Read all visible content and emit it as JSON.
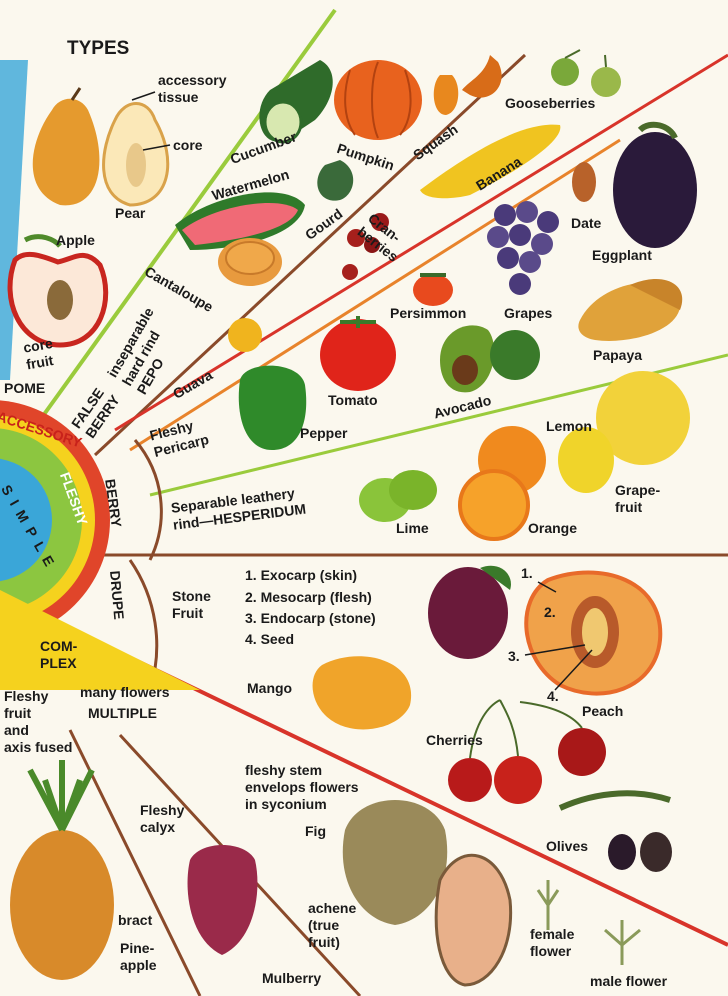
{
  "title": "TYPES",
  "hub": {
    "accessory": "ACCESSORY",
    "simple": "S I M P L E",
    "fleshy": "FLESHY",
    "complex": "COM-\nPLEX"
  },
  "categories": {
    "pome": "POME",
    "false_berry": "FALSE\nBERRY",
    "berry": "BERRY",
    "drupe": "DRUPE",
    "multiple": "MULTIPLE"
  },
  "descriptions": {
    "pepo": "inseparable\nhard rind\nPEPO",
    "fleshy_pericarp": "Fleshy\nPericarp",
    "hesperidum": "Separable leathery\nrind—HESPERIDUM",
    "stone_fruit": "Stone\nFruit",
    "drupe_parts": [
      "1. Exocarp (skin)",
      "2. Mesocarp (flesh)",
      "3. Endocarp (stone)",
      "4. Seed"
    ],
    "many_flowers": "many flowers",
    "fleshy_fruit_axis": "Fleshy\nfruit\nand\naxis fused",
    "fleshy_calyx": "Fleshy\ncalyx",
    "syconium": "fleshy stem\nenvelops flowers\nin syconium",
    "accessory_tissue": "accessory\ntissue",
    "core": "core",
    "core_fruit": "core\nfruit",
    "bract": "bract",
    "achene": "achene\n(true\nfruit)"
  },
  "fruits": {
    "pear": "Pear",
    "apple": "Apple",
    "cucumber": "Cucumber",
    "watermelon": "Watermelon",
    "cantaloupe": "Cantaloupe",
    "pumpkin": "Pumpkin",
    "squash": "Squash",
    "gourd": "Gourd",
    "cranberries": "Cran-\nberries",
    "gooseberries": "Gooseberries",
    "banana": "Banana",
    "date": "Date",
    "eggplant": "Eggplant",
    "grapes": "Grapes",
    "persimmon": "Persimmon",
    "papaya": "Papaya",
    "guava": "Guava",
    "tomato": "Tomato",
    "avocado": "Avocado",
    "pepper": "Pepper",
    "lemon": "Lemon",
    "grapefruit": "Grape-\nfruit",
    "lime": "Lime",
    "orange": "Orange",
    "mango": "Mango",
    "peach": "Peach",
    "cherries": "Cherries",
    "olives": "Olives",
    "fig": "Fig",
    "pineapple": "Pine-\napple",
    "mulberry": "Mulberry",
    "female_flower": "female\nflower",
    "male_flower": "male flower"
  },
  "peach_markers": [
    "1.",
    "2.",
    "3.",
    "4."
  ],
  "colors": {
    "line_green": "#9acb3c",
    "line_red": "#d8342a",
    "line_orange": "#e8832b",
    "line_brown": "#8a4a2a",
    "hub_blue": "#3aa6d8",
    "hub_green": "#8cc640",
    "hub_yellow": "#f5d21e",
    "hub_red": "#e0452a"
  }
}
